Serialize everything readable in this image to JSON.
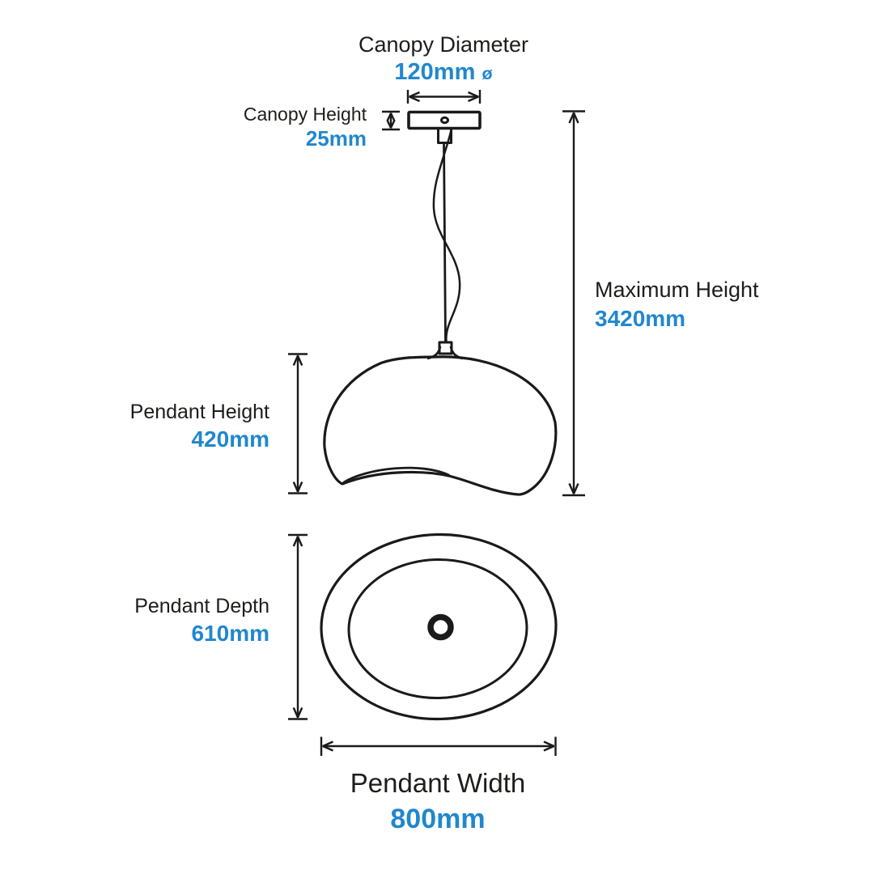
{
  "diagram": {
    "colors": {
      "accent": "#2187CE",
      "ink": "#1D1D1B"
    },
    "dimensions": {
      "canopy_diameter": {
        "label": "Canopy Diameter",
        "value": "120mm",
        "symbol": "ø"
      },
      "canopy_height": {
        "label": "Canopy Height",
        "value": "25mm"
      },
      "maximum_height": {
        "label": "Maximum Height",
        "value": "3420mm"
      },
      "pendant_height": {
        "label": "Pendant Height",
        "value": "420mm"
      },
      "pendant_depth": {
        "label": "Pendant Depth",
        "value": "610mm"
      },
      "pendant_width": {
        "label": "Pendant Width",
        "value": "800mm"
      }
    }
  }
}
